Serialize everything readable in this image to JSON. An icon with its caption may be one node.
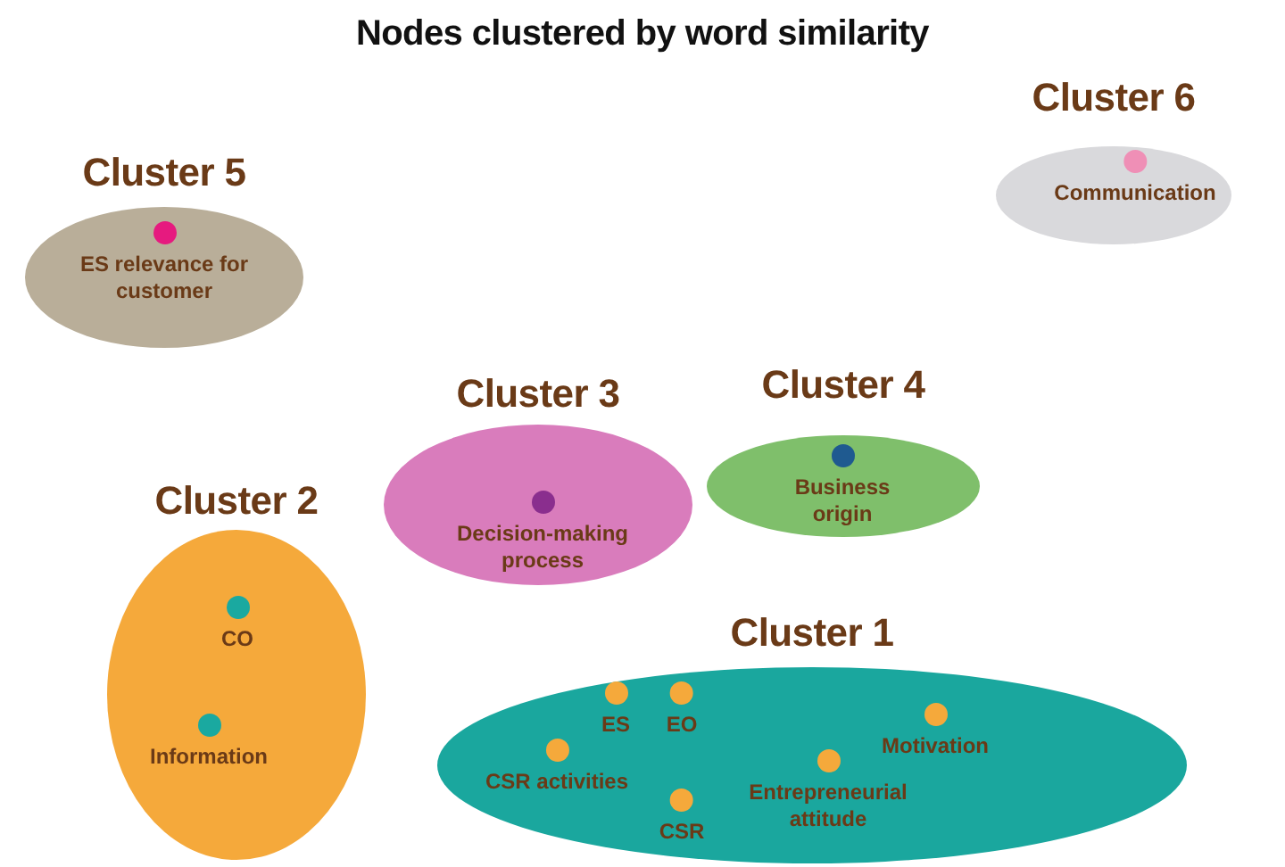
{
  "diagram": {
    "title": "Nodes clustered by word similarity",
    "nodes": [
      {
        "text": [
          "Cluster 5"
        ]
      },
      {
        "text": [
          "ES relevance for customer"
        ],
        "in": 0
      },
      {
        "text": [
          "Cluster 6"
        ]
      },
      {
        "text": [
          "Communication"
        ],
        "in": 2
      },
      {
        "text": [
          "Cluster 3"
        ]
      },
      {
        "text": [
          "Decision-making process"
        ],
        "in": 4
      },
      {
        "text": [
          "Cluster 4"
        ]
      },
      {
        "text": [
          "Business origin"
        ],
        "in": 6
      },
      {
        "text": [
          "Cluster 2"
        ]
      },
      {
        "text": [
          "CO"
        ],
        "in": 8
      },
      {
        "text": [
          "Information"
        ],
        "in": 8
      },
      {
        "text": [
          "Cluster 1"
        ]
      },
      {
        "text": [
          "ES"
        ],
        "in": 11
      },
      {
        "text": [
          "EO"
        ],
        "in": 11
      },
      {
        "text": [
          "CSR activities"
        ],
        "in": 11
      },
      {
        "text": [
          "Motivation"
        ],
        "in": 11
      },
      {
        "text": [
          "Entrepreneurial attitude"
        ],
        "in": 11
      },
      {
        "text": [
          "CSR"
        ],
        "in": 11
      }
    ]
  }
}
